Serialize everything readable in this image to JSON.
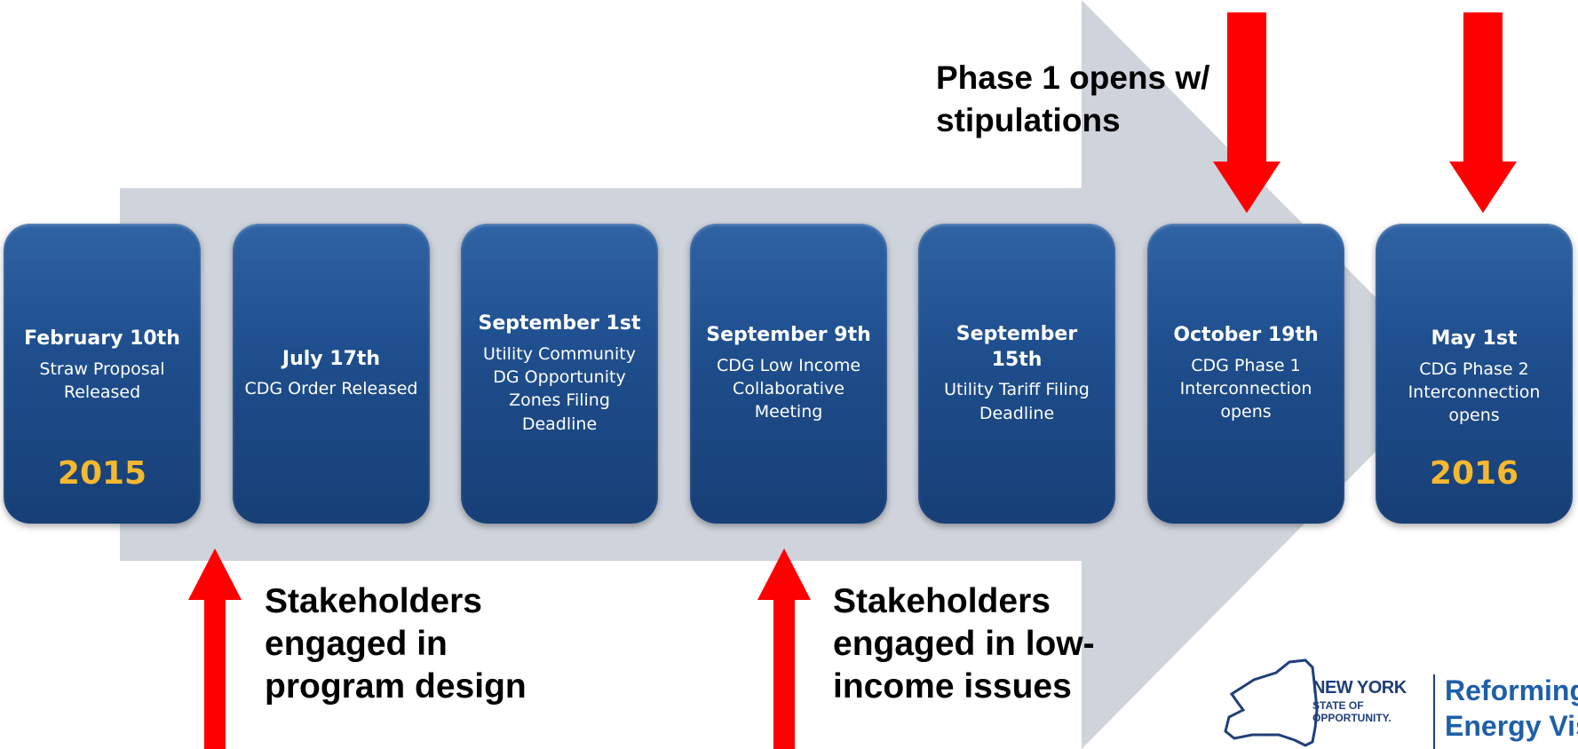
{
  "timeline": {
    "milestones": [
      {
        "date": "February 10th",
        "desc": "Straw Proposal Released",
        "year": "2015"
      },
      {
        "date": "July 17th",
        "desc": "CDG Order Released",
        "year": ""
      },
      {
        "date": "September 1st",
        "desc": "Utility Community DG Opportunity Zones Filing Deadline",
        "year": ""
      },
      {
        "date": "September 9th",
        "desc": "CDG Low Income Collaborative Meeting",
        "year": ""
      },
      {
        "date": "September 15th",
        "desc": "Utility Tariff Filing Deadline",
        "year": ""
      },
      {
        "date": "October 19th",
        "desc": "CDG Phase 1 Interconnection opens",
        "year": ""
      },
      {
        "date": "May 1st",
        "desc": "CDG Phase 2 Interconnection opens",
        "year": "2016"
      }
    ]
  },
  "callouts": {
    "phase1": "Phase 1 opens w/ stipulations",
    "stakeholders_design": "Stakeholders engaged in program design",
    "stakeholders_lowincome": "Stakeholders engaged in low-income issues"
  },
  "logo": {
    "line1": "NEW YORK",
    "line2": "STATE OF",
    "line3": "OPPORTUNITY.",
    "tagline_1": "Reforming",
    "tagline_2": "Energy Vis"
  },
  "colors": {
    "arrow_body": "#cfd3dc",
    "box_fill": "#1f4f8e",
    "year_text": "#f5b82e",
    "red_arrow": "#ff0000"
  }
}
